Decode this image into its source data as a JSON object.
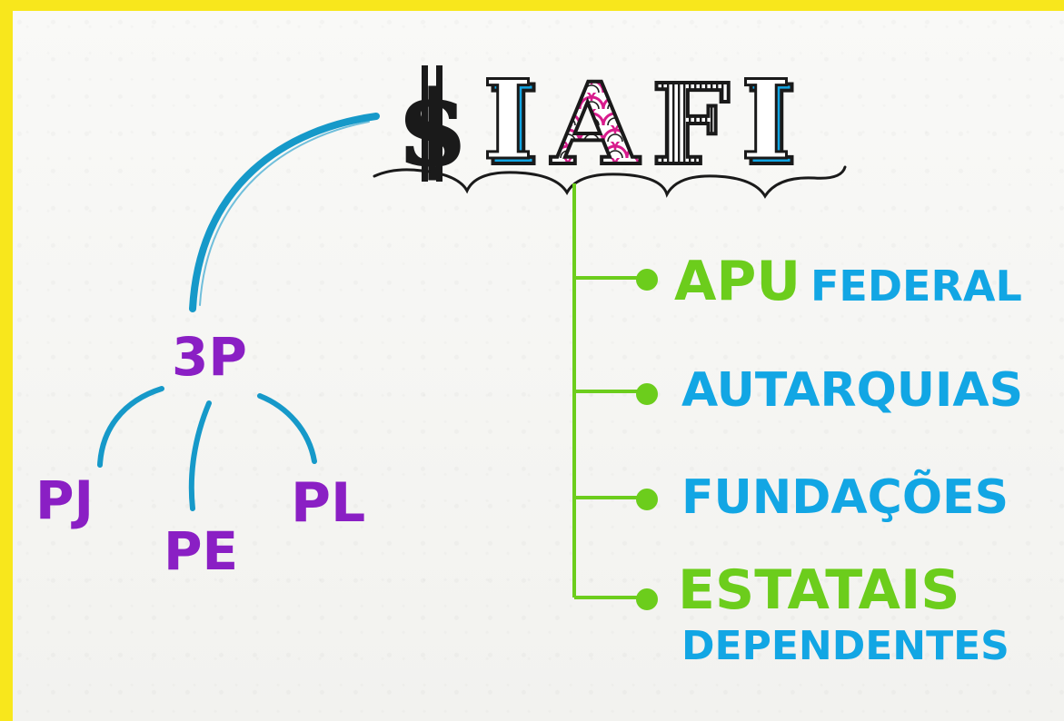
{
  "logo": {
    "text": "$IAFI",
    "letters": [
      "$",
      "I",
      "A",
      "F",
      "I"
    ]
  },
  "hierarchy": {
    "root": "3P",
    "children": [
      "PJ",
      "PE",
      "PL"
    ]
  },
  "branches": [
    {
      "main": "APU",
      "secondary": "FEDERAL"
    },
    {
      "main": "AUTARQUIAS"
    },
    {
      "main": "FUNDAÇÕES"
    },
    {
      "main": "ESTATAIS",
      "secondary": "DEPENDENTES"
    }
  ],
  "colors": {
    "frame": "#f8e71c",
    "purple": "#8a1fc4",
    "green": "#6ccd1c",
    "blue": "#12a6e4",
    "ink": "#1a1a1a",
    "magenta": "#d81b8c"
  }
}
